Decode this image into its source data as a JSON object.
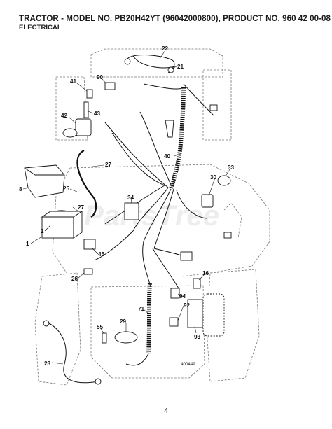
{
  "header": {
    "title": "TRACTOR - MODEL NO. PB20H42YT (96042000800), PRODUCT NO. 960 42 00-08",
    "subtitle": "ELECTRICAL"
  },
  "diagram": {
    "part_labels": {
      "p22": "22",
      "p21": "21",
      "p90": "90",
      "p41": "41",
      "p42": "42",
      "p43": "43",
      "p27a": "27",
      "p40": "40",
      "p30": "30",
      "p33": "33",
      "p8": "8",
      "p25": "25",
      "p34": "34",
      "p27b": "27",
      "p2": "2",
      "p1": "1",
      "p45": "45",
      "p26": "26",
      "p16": "16",
      "p94": "94",
      "p92": "92",
      "p93": "93",
      "p71": "71",
      "p55": "55",
      "p29": "29",
      "p28": "28"
    },
    "figure_code": "400449",
    "watermark": "PartsTree"
  },
  "footer": {
    "page_number": "4"
  }
}
